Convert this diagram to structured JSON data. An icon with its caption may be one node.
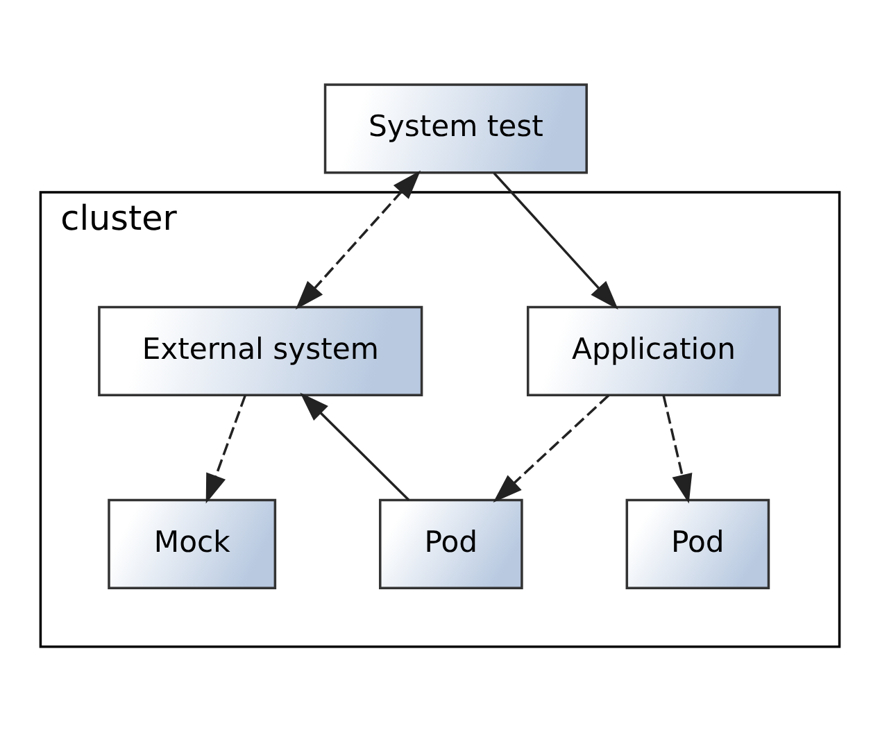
{
  "diagram": {
    "nodes": [
      {
        "text": [
          "System test"
        ]
      },
      {
        "text": [
          "cluster"
        ]
      },
      {
        "text": [
          "Application"
        ],
        "in": 1
      },
      {
        "text": [
          "External system"
        ],
        "in": 1
      },
      {
        "text": [
          "Pod"
        ],
        "in": 1
      },
      {
        "text": [
          "Pod"
        ],
        "in": 1
      },
      {
        "text": [
          "Mock"
        ],
        "in": 1
      }
    ],
    "edges": [
      {
        "from": 0,
        "to": 2,
        "arrow": "to"
      },
      {
        "from": 0,
        "to": 3,
        "arrow": "both",
        "style": "dashed"
      },
      {
        "from": 2,
        "to": 4,
        "arrow": "to",
        "style": "dashed"
      },
      {
        "from": 2,
        "to": 5,
        "arrow": "to",
        "style": "dashed"
      },
      {
        "from": 5,
        "to": 3,
        "arrow": "to"
      },
      {
        "from": 3,
        "to": 6,
        "arrow": "to",
        "style": "dashed"
      }
    ]
  }
}
